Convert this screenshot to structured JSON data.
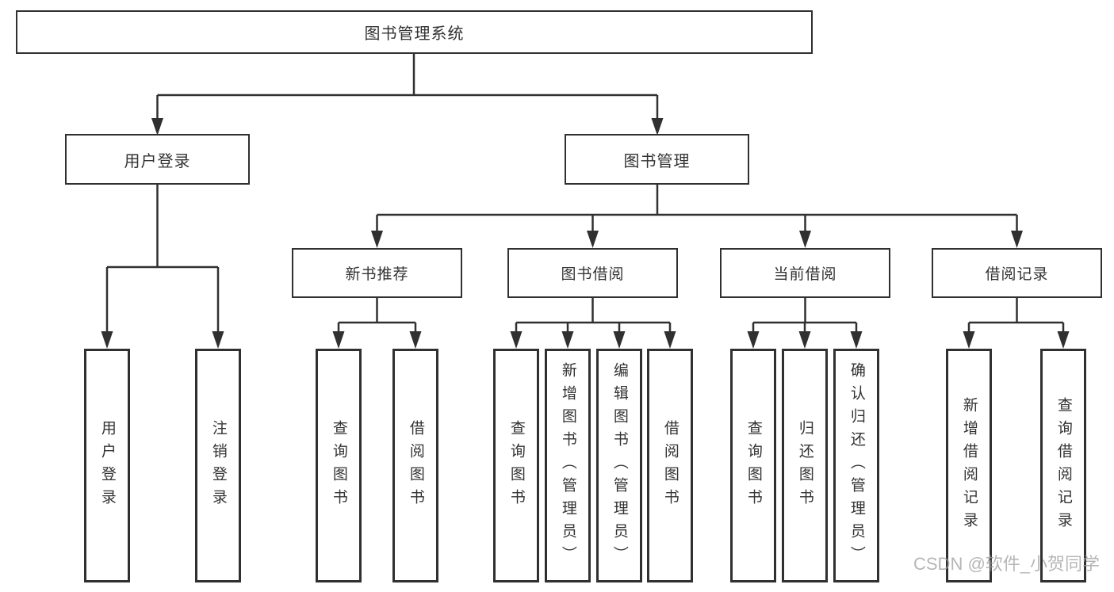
{
  "colors": {
    "line": "#303030",
    "text": "#333333",
    "background": "#ffffff",
    "watermark": "#9e9e9e"
  },
  "diagram": {
    "title": "图书管理系统",
    "branches": [
      {
        "label": "用户登录",
        "children": [
          {
            "label": "用户登录"
          },
          {
            "label": "注销登录"
          }
        ]
      },
      {
        "label": "图书管理",
        "children": [
          {
            "label": "新书推荐",
            "children": [
              {
                "label": "查询图书"
              },
              {
                "label": "借阅图书"
              }
            ]
          },
          {
            "label": "图书借阅",
            "children": [
              {
                "label": "查询图书"
              },
              {
                "label": "新增图书（管理员）"
              },
              {
                "label": "编辑图书（管理员）"
              },
              {
                "label": "借阅图书"
              }
            ]
          },
          {
            "label": "当前借阅",
            "children": [
              {
                "label": "查询图书"
              },
              {
                "label": "归还图书"
              },
              {
                "label": "确认归还（管理员）"
              }
            ]
          },
          {
            "label": "借阅记录",
            "children": [
              {
                "label": "新增借阅记录"
              },
              {
                "label": "查询借阅记录"
              }
            ]
          }
        ]
      }
    ]
  },
  "watermark": {
    "text": "CSDN @软件_小贺同学"
  }
}
